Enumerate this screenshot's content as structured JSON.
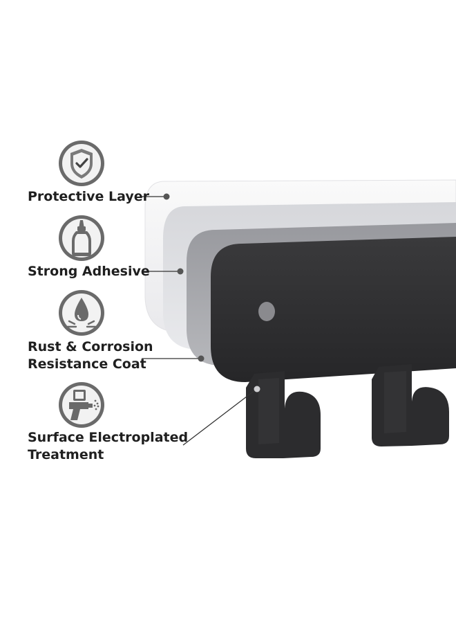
{
  "features": [
    {
      "label_lines": [
        "Protective Layer"
      ],
      "icon": "shield-check-icon"
    },
    {
      "label_lines": [
        "Strong Adhesive"
      ],
      "icon": "glue-bottle-icon"
    },
    {
      "label_lines": [
        "Rust & Corrosion",
        "Resistance Coat"
      ],
      "icon": "water-drop-splash-icon"
    },
    {
      "label_lines": [
        "Surface Electroplated",
        "Treatment"
      ],
      "icon": "spray-gun-icon"
    }
  ],
  "colors": {
    "icon_outer": "#6a6a6a",
    "icon_inner": "#f2f2f2",
    "text": "#1f1f1f",
    "protective_layer": "#f4f4f6",
    "adhesive_layer": "#e1e2e6",
    "coat_layer": "#a4a5aa",
    "hook_body": "#2e2e30",
    "leader_line": "#333333"
  }
}
